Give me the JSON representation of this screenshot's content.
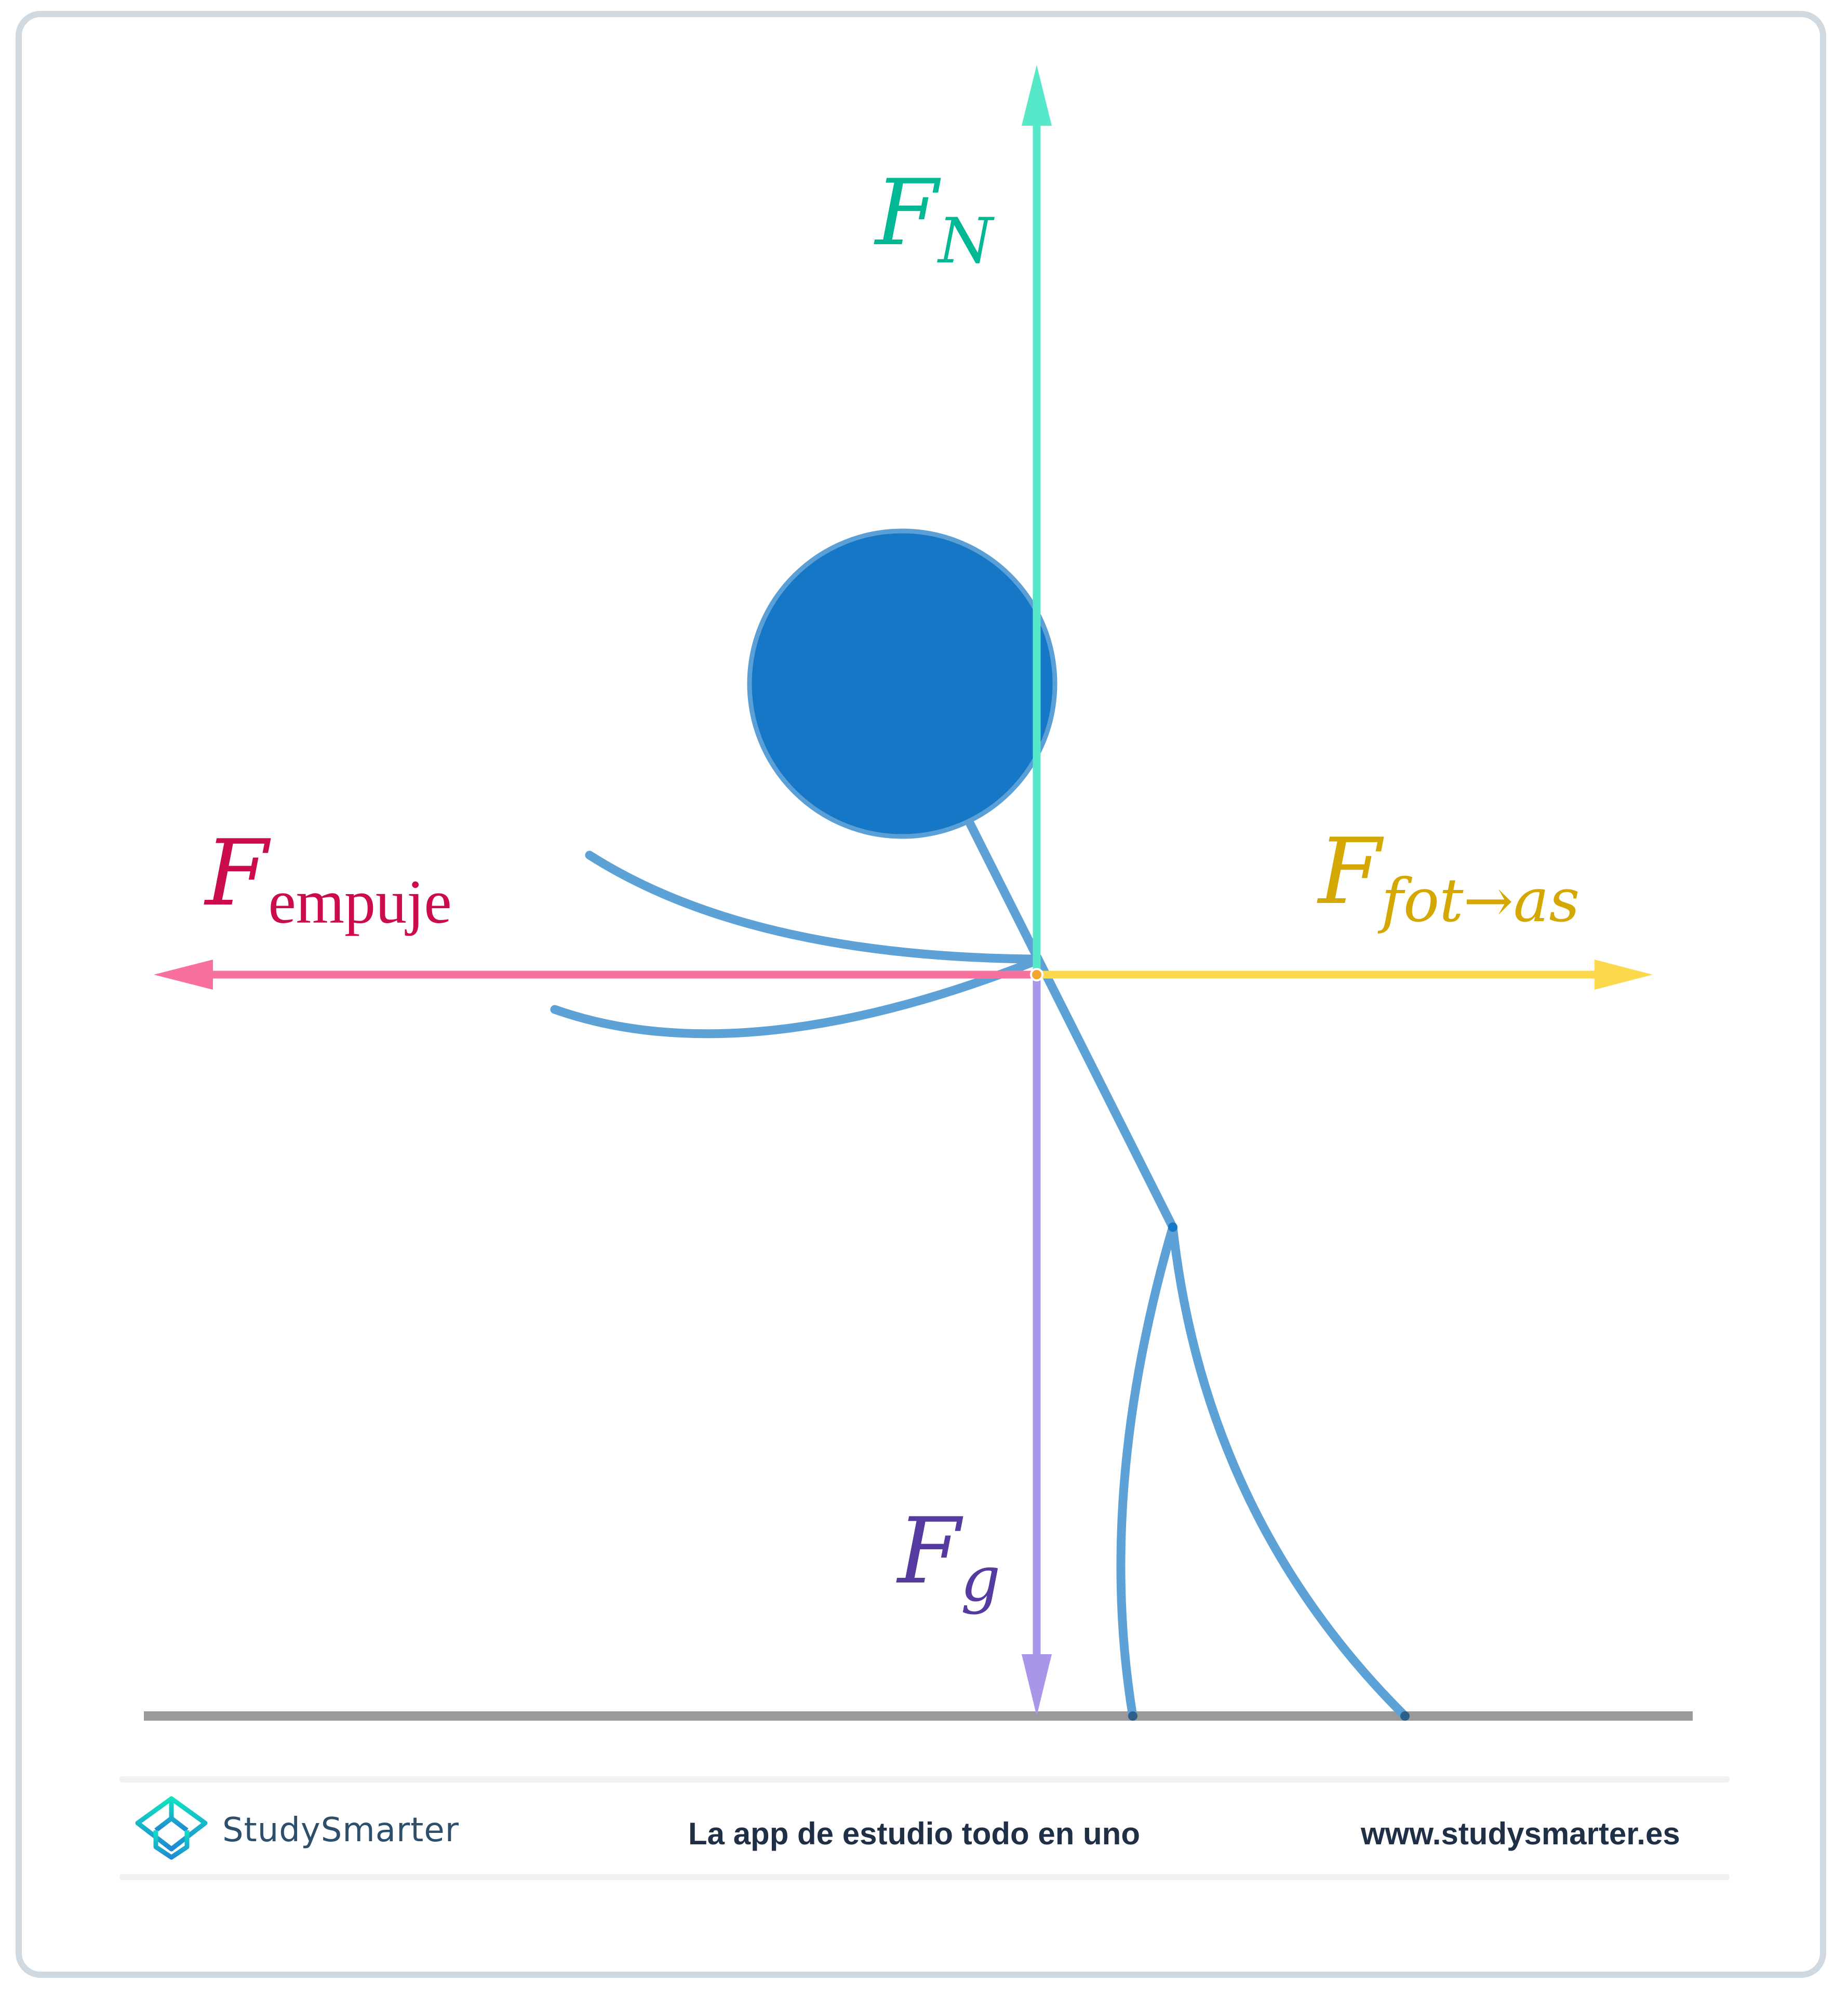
{
  "diagram": {
    "title": "Free body diagram of a person pushing against a wall",
    "forces": [
      {
        "id": "normal",
        "symbol": "F",
        "subscript": "N",
        "label": "F_N",
        "direction": "up",
        "color": "#56e8c9",
        "label_color": "#00b894"
      },
      {
        "id": "push",
        "symbol": "F",
        "subscript": "empuje",
        "label": "F_empuje",
        "direction": "left",
        "color": "#f7709e",
        "label_color": "#cc0a4e"
      },
      {
        "id": "wall",
        "symbol": "F",
        "subscript": "fot→as",
        "label": "F_fot→as",
        "direction": "right",
        "color": "#fcd94c",
        "label_color": "#d4a800"
      },
      {
        "id": "gravity",
        "symbol": "F",
        "subscript": "g",
        "label": "F_g",
        "direction": "down",
        "color": "#a996e8",
        "label_color": "#553aa0"
      }
    ],
    "figure": {
      "head_color": "#1677c7",
      "limb_color": "#5aa0d6",
      "ground_color": "#9a9a9a"
    },
    "labels": {
      "fn_main": "F",
      "fn_sub": "N",
      "fempuje_main": "F",
      "fempuje_sub": "empuje",
      "ffot_main": "F",
      "ffot_sub": "fot→as",
      "fg_main": "F",
      "fg_sub": "g"
    }
  },
  "footer": {
    "brand": "StudySmarter",
    "tagline": "La app de estudio todo en uno",
    "url": "www.studysmarter.es"
  }
}
